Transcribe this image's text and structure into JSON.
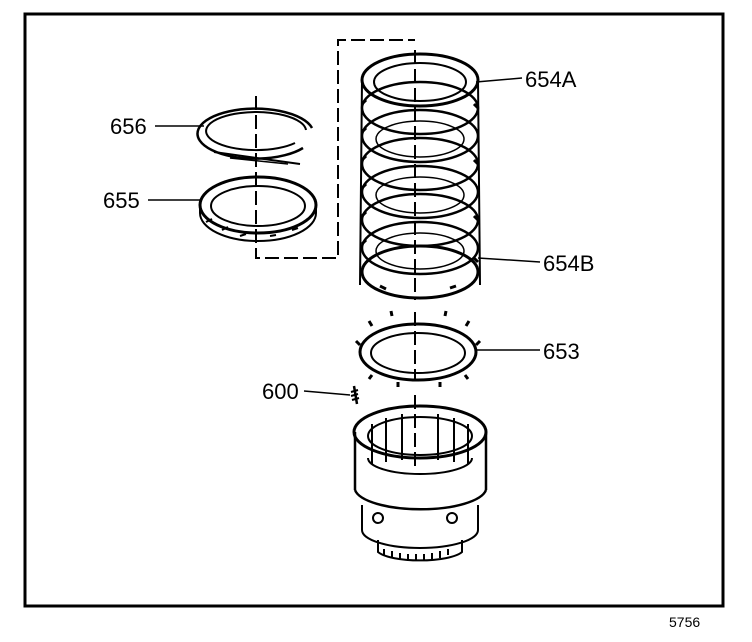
{
  "labels": {
    "p656": "656",
    "p655": "655",
    "p654a": "654A",
    "p654b": "654B",
    "p653": "653",
    "p600": "600"
  },
  "figure_number": "5756"
}
